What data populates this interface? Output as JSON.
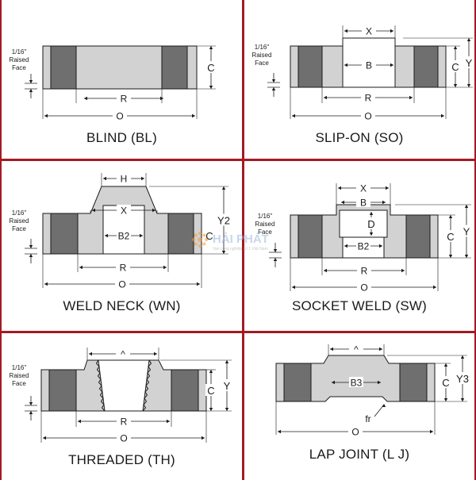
{
  "panels": [
    {
      "title": "BLIND (BL)",
      "raised_face": "1/16\"\nRaised\nFace",
      "dims": [
        "C",
        "R",
        "O"
      ]
    },
    {
      "title": "SLIP-ON (SO)",
      "raised_face": "1/16\"\nRaised\nFace",
      "dims": [
        "X",
        "B",
        "C",
        "Y",
        "R",
        "O"
      ]
    },
    {
      "title": "WELD NECK (WN)",
      "raised_face": "1/16\"\nRaised\nFace",
      "dims": [
        "H",
        "X",
        "Y2",
        "B2",
        "C",
        "R",
        "O"
      ]
    },
    {
      "title": "SOCKET WELD (SW)",
      "raised_face": "1/16\"\nRaised\nFace",
      "dims": [
        "X",
        "B",
        "D",
        "B2",
        "C",
        "Y",
        "R",
        "O"
      ]
    },
    {
      "title": "THREADED (TH)",
      "raised_face": "1/16\"\nRaised\nFace",
      "dims": [
        "^",
        "C",
        "Y",
        "R",
        "O"
      ]
    },
    {
      "title": "LAP JOINT (L J)",
      "raised_face": "",
      "dims": [
        "^",
        "B3",
        "C",
        "Y3",
        "fr",
        "O"
      ]
    }
  ],
  "watermark": {
    "brand": "HẢI PHÁT",
    "tagline": "Van công nghiệp số 1 Việt Nam"
  },
  "colors": {
    "divider": "#a31a24",
    "flange_dark": "#6f6f6f",
    "flange_light": "#d2d2d2",
    "line": "#1a1a1a"
  }
}
